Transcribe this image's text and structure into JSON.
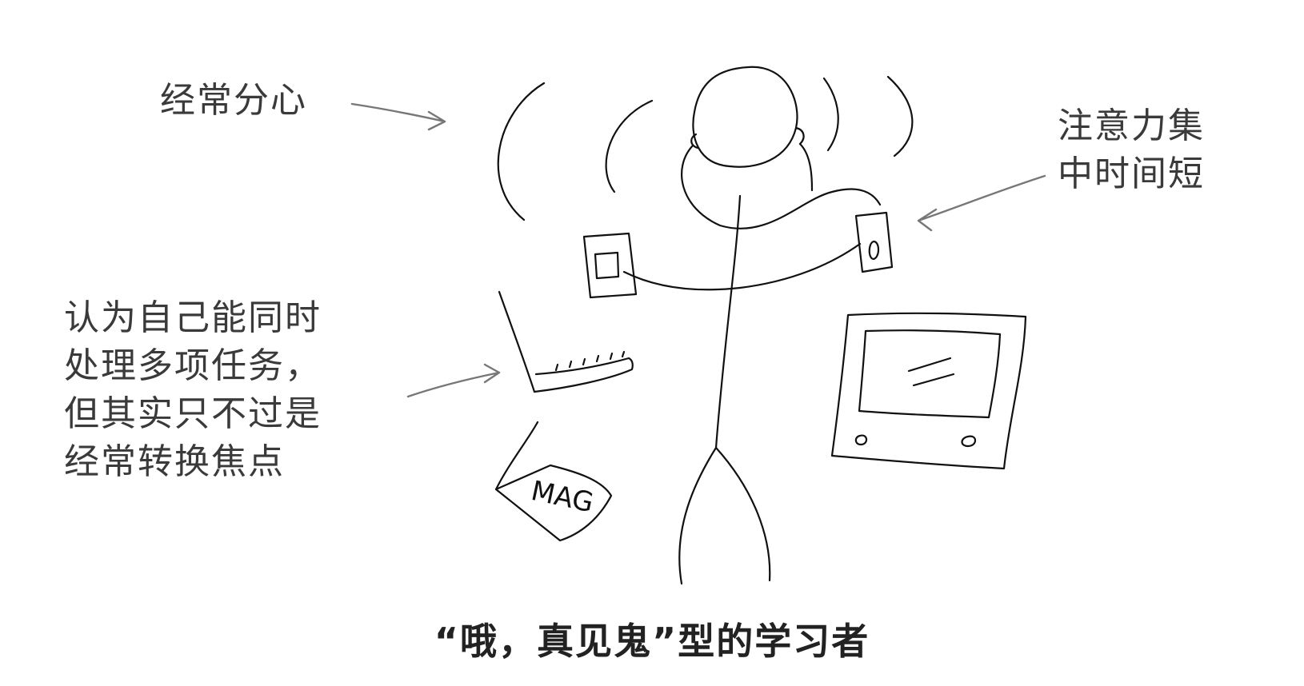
{
  "labels": {
    "distracted": "经常分心",
    "attention_line1": "注意力集",
    "attention_line2": "中时间短",
    "multitask_line1": "认为自己能同时",
    "multitask_line2": "处理多项任务，",
    "multitask_line3": "但其实只不过是",
    "multitask_line4": "经常转换焦点"
  },
  "caption": "“哦，真见鬼”型的学习者",
  "magazine_text": "MAG"
}
